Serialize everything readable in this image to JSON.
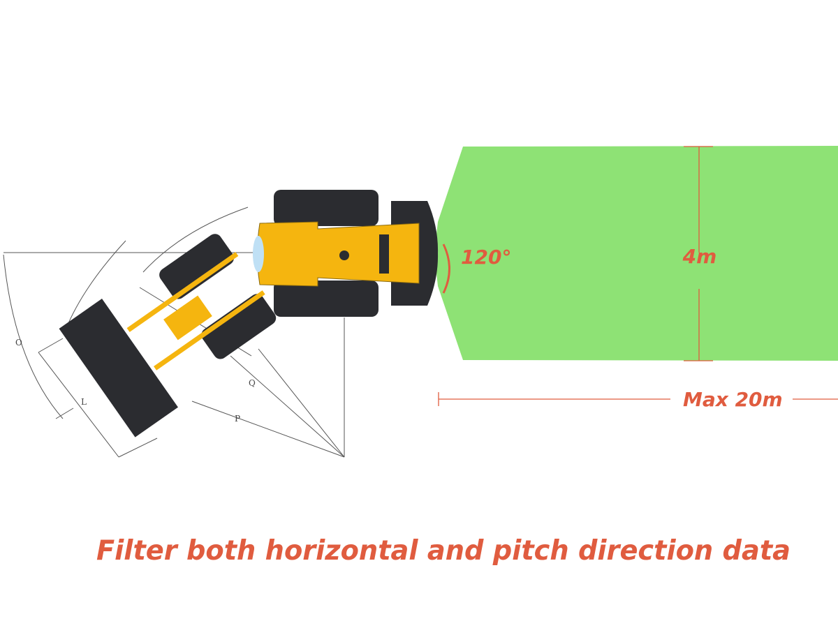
{
  "diagram": {
    "angle_label": "120°",
    "width_label": "4m",
    "range_label": "Max 20m",
    "caption": "Filter both horizontal and pitch direction data",
    "dimension_letters": {
      "o": "O",
      "l": "L",
      "q": "Q",
      "p": "P"
    }
  },
  "colors": {
    "detection_zone": "#8ee275",
    "accent_text": "#e05c3f",
    "vehicle_body": "#f5b50f",
    "tires": "#2b2c30"
  }
}
